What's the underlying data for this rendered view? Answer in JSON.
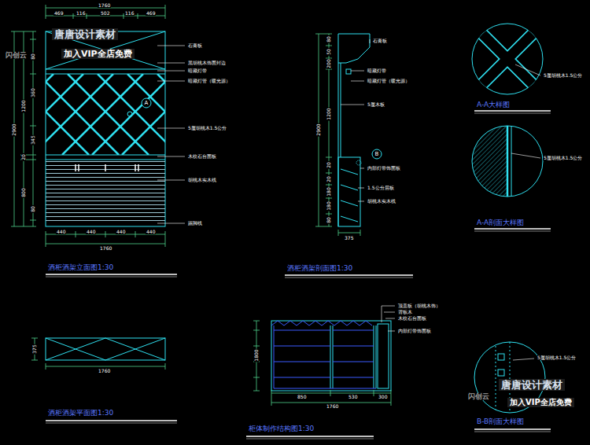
{
  "diagram": {
    "nodes": [
      {
        "text": [
          "A"
        ]
      },
      {
        "text": [
          "B"
        ]
      }
    ],
    "labels": [
      "唐唐设计素材",
      "加入VIP全店免费",
      "闪创云",
      "1760",
      "469",
      "116",
      "502",
      "116",
      "469",
      "2900",
      "1200",
      "20",
      "800",
      "80",
      "360",
      "345",
      "80",
      "石膏板",
      "黑胡桃木饰面封边",
      "暗藏灯带",
      "暗藏灯管（暖光源）",
      "5厘胡桃木1.5公分",
      "木纹石台面板",
      "胡桃木实木线",
      "踢脚线",
      "440",
      "440",
      "440",
      "440",
      "1760",
      "酒柜酒架立面图1:30",
      "2900",
      "80",
      "50",
      "200",
      "1200",
      "20",
      "20",
      "180",
      "180",
      "80",
      "石膏板",
      "暗藏灯带",
      "暗藏灯管（暖光源）",
      "5厘木板",
      "内部灯带饰面板",
      "1.5公分层板",
      "胡桃木实木线",
      "375",
      "酒柜酒架剖面图1:30",
      "5厘胡桃木1.5公分",
      "A-A大样图",
      "5厘胡桃木1.5公分",
      "A-A剖面大样图",
      "375",
      "1760",
      "酒柜酒架平面图1:30",
      "1800",
      "顶盖板（胡桃木饰）",
      "背板木",
      "木纹石台面板",
      "内部灯带饰面板",
      "850",
      "530",
      "300",
      "1760",
      "柜体制作结构图1:30",
      "5厘胡桃木1.5公分",
      "B-B剖面大样图",
      "唐唐设计素材",
      "加入VIP全店免费",
      "闪创云"
    ]
  }
}
